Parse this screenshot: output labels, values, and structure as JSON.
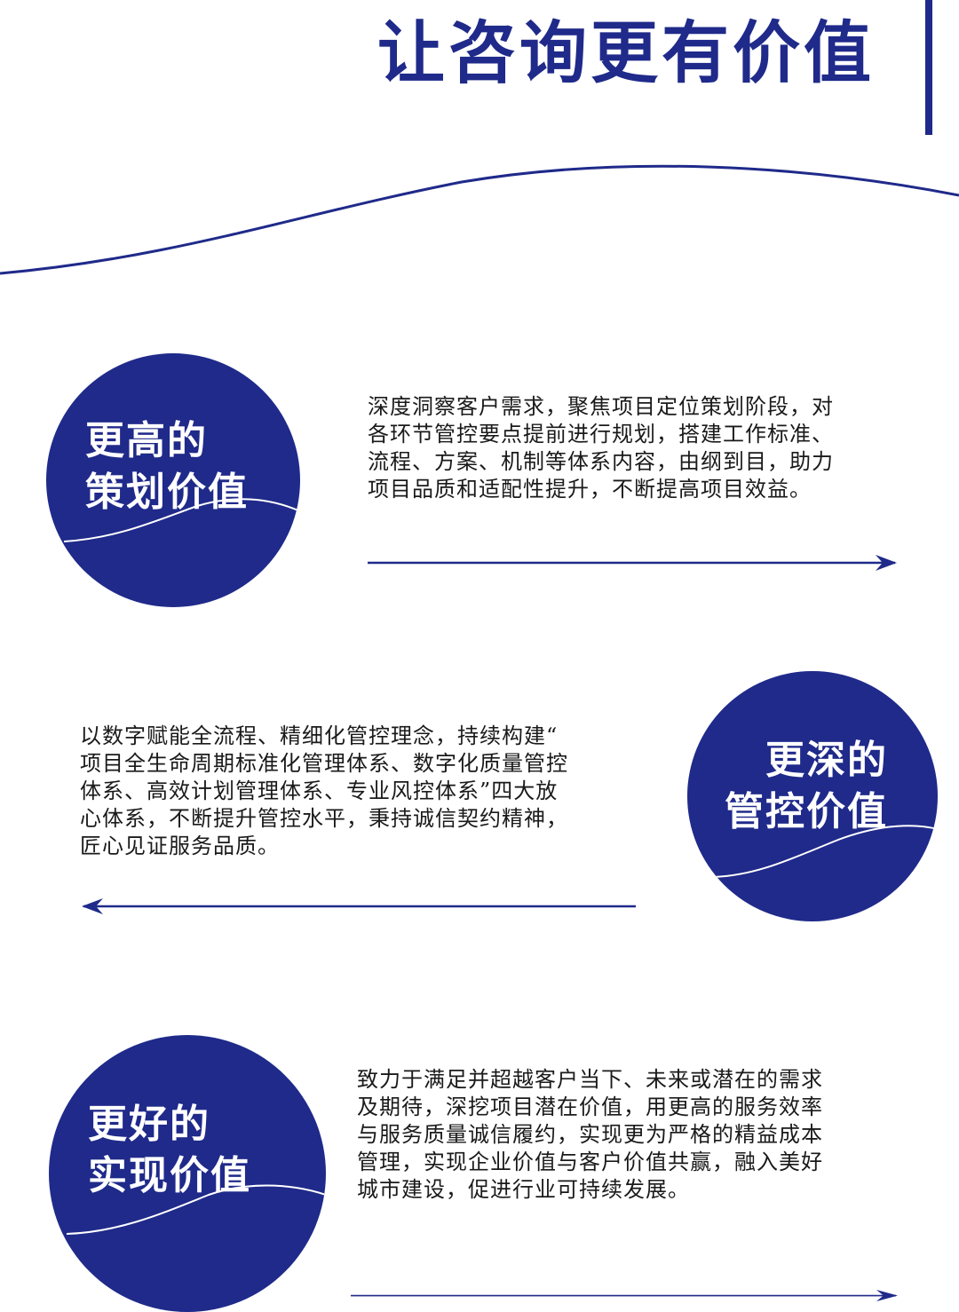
{
  "title": "让咨询更有价值",
  "colors": {
    "navy": "#1f2a8a",
    "text": "#1a1a1a",
    "background": "#ffffff"
  },
  "sections": [
    {
      "circle_line1": "更高的",
      "circle_line2": "策划价值",
      "lines": [
        "深度洞察客户需求，聚焦项目定位策划阶段，对",
        "各环节管控要点提前进行规划，搭建工作标准、",
        "流程、方案、机制等体系内容，由纲到目，助力",
        "项目品质和适配性提升，不断提高项目效益。"
      ],
      "arrow": "right-arrow-icon"
    },
    {
      "circle_line1": "更深的",
      "circle_line2": "管控价值",
      "lines": [
        "以数字赋能全流程、精细化管控理念，持续构建“",
        "项目全生命周期标准化管理体系、数字化质量管控",
        "体系、高效计划管理体系、专业风控体系”四大放",
        "心体系，不断提升管控水平，秉持诚信契约精神，",
        "匠心见证服务品质。"
      ],
      "arrow": "left-arrow-icon"
    },
    {
      "circle_line1": "更好的",
      "circle_line2": "实现价值",
      "lines": [
        "致力于满足并超越客户当下、未来或潜在的需求",
        "及期待，深挖项目潜在价值，用更高的服务效率",
        "与服务质量诚信履约，实现更为严格的精益成本",
        "管理，实现企业价值与客户价值共赢，融入美好",
        "城市建设，促进行业可持续发展。"
      ],
      "arrow": "right-arrow-icon"
    }
  ]
}
